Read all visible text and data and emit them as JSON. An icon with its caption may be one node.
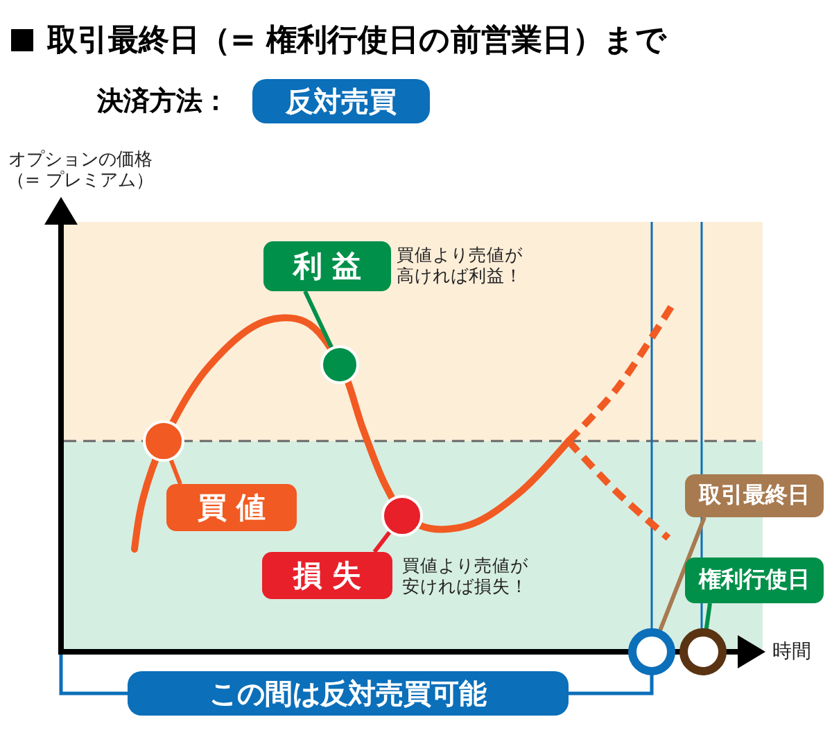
{
  "diagram": {
    "title": "取引最終日（= 権利行使日の前営業日）まで",
    "nodes": [
      {
        "text": [
          "反対売買"
        ],
        "beside": [
          "決済方法："
        ]
      },
      {
        "text": [
          "利 益"
        ],
        "beside": [
          "買値より売値が高ければ利益！"
        ]
      },
      {
        "text": [],
        "shape": "circle"
      },
      {
        "text": [
          "買 値"
        ]
      },
      {
        "text": [],
        "shape": "circle"
      },
      {
        "text": [
          "損 失"
        ],
        "beside": [
          "買値より売値が安ければ損失！"
        ]
      },
      {
        "text": [],
        "shape": "circle"
      },
      {
        "text": [
          "取引最終日"
        ]
      },
      {
        "text": [],
        "shape": "circle"
      },
      {
        "text": [
          "権利行使日"
        ]
      },
      {
        "text": [],
        "shape": "circle"
      },
      {
        "text": [
          "この間は反対売買可能"
        ]
      }
    ],
    "edges": [
      {
        "from": 1,
        "to": 2,
        "arrow": "none"
      },
      {
        "from": 3,
        "to": 4,
        "arrow": "none",
        "color": "#f15a22"
      },
      {
        "from": 5,
        "to": 6,
        "arrow": "none",
        "color": "#e8202a"
      },
      {
        "from": 7,
        "to": 8,
        "arrow": "none",
        "color": "#a87a50"
      },
      {
        "from": 9,
        "to": 10,
        "arrow": "none"
      }
    ],
    "labels": [
      "オプションの価格（= プレミアム）",
      "時間"
    ]
  }
}
